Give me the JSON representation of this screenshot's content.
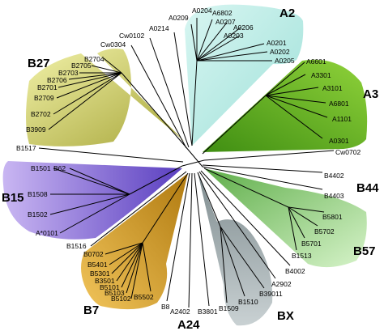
{
  "tree": {
    "labels": {
      "a0204": "A0204",
      "a6802": "A6802",
      "a0207": "A0207",
      "a0206": "A0206",
      "a0203": "A0203",
      "a0209": "A0209",
      "a0201": "A0201",
      "a0202": "A0202",
      "a0205": "A0205",
      "a0214": "A0214",
      "cw0102": "Cw0102",
      "cw0304": "Cw0304",
      "b2704": "B2704",
      "b2705": "B2705",
      "b2703": "B2703",
      "b2706": "B2706",
      "b2701": "B2701",
      "b2709": "B2709",
      "b2702": "B2702",
      "b3909": "B3909",
      "b1517": "B1517",
      "b1501": "B1501",
      "b62": "B62",
      "b1508": "B1508",
      "b1502": "B1502",
      "a0101": "A*0101",
      "b1516": "B1516",
      "b0702": "B0702",
      "b5401": "B5401",
      "b5301": "B5301",
      "b3501": "B3501",
      "b5101": "B5101",
      "b5103": "B5103",
      "b5102": "B5102",
      "b5502": "B5502",
      "b8": "B8",
      "a2402": "A2402",
      "b3801": "B3801",
      "b1509": "B1509",
      "b1510": "B1510",
      "b39011": "B39011",
      "a2902": "A2902",
      "b4002": "B4002",
      "b1513": "B1513",
      "b5701": "B5701",
      "b5702": "B5702",
      "b5801": "B5801",
      "b4403": "B4403",
      "b4402": "B4402",
      "cw0702": "Cw0702",
      "a0301": "A0301",
      "a1101": "A1101",
      "a6801": "A6801",
      "a3101": "A3101",
      "a3301": "A3301",
      "a6601": "A6601"
    },
    "groups": {
      "a2": "A2",
      "a3": "A3",
      "b27": "B27",
      "b15": "B15",
      "b7": "B7",
      "a24": "A24",
      "bx": "BX",
      "b57": "B57",
      "b44": "B44"
    },
    "colors": {
      "a2": "#b7ece6",
      "a3": "#6ab82a",
      "b27": "#dede74",
      "b15": "#9b7fe0",
      "b7": "#dba52c",
      "bx": "#aab3b6",
      "b57": "#9ed88e"
    }
  }
}
